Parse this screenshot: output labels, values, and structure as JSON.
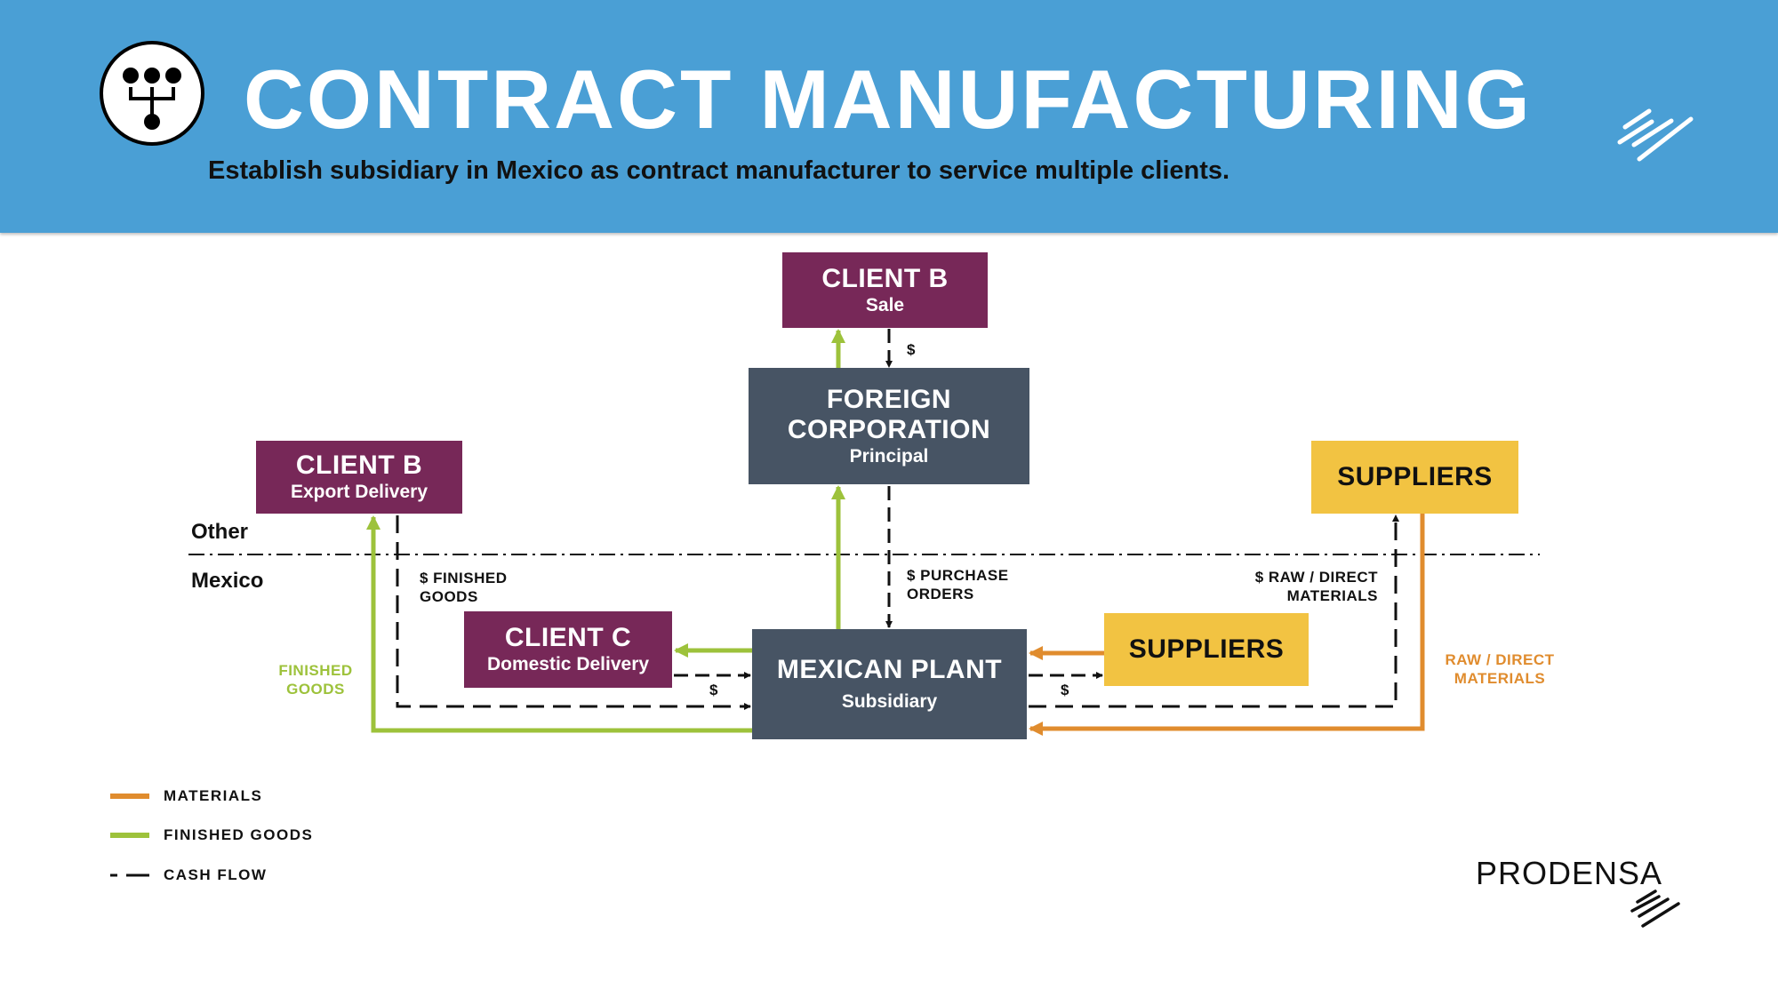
{
  "header": {
    "title": "CONTRACT MANUFACTURING",
    "subtitle": "Establish subsidiary in Mexico as contract manufacturer to service multiple clients.",
    "icon": "org-chart-icon",
    "stripe_logo": "stripes-logo-icon"
  },
  "colors": {
    "header_bg": "#4A9FD5",
    "client_box": "#772858",
    "entity_box": "#475464",
    "supplier_box": "#F2C342",
    "finished_goods": "#9DC23B",
    "materials": "#E08C2E",
    "cash_flow": "#111111"
  },
  "regions": {
    "upper": "Other",
    "lower": "Mexico"
  },
  "nodes": {
    "client_b_sale": {
      "title": "CLIENT B",
      "subtitle": "Sale"
    },
    "foreign_corp": {
      "title_line1": "FOREIGN",
      "title_line2": "CORPORATION",
      "subtitle": "Principal"
    },
    "client_b_export": {
      "title": "CLIENT B",
      "subtitle": "Export Delivery"
    },
    "suppliers_foreign": {
      "title": "SUPPLIERS"
    },
    "client_c": {
      "title": "CLIENT C",
      "subtitle": "Domestic Delivery"
    },
    "mexican_plant": {
      "title": "MEXICAN PLANT",
      "subtitle": "Subsidiary"
    },
    "suppliers_domestic": {
      "title": "SUPPLIERS"
    }
  },
  "flow_labels": {
    "sale_cash": "$",
    "finished_goods_cash_line1": "$ FINISHED",
    "finished_goods_cash_line2": "GOODS",
    "purchase_orders_line1": "$ PURCHASE",
    "purchase_orders_line2": "ORDERS",
    "raw_materials_cash_line1": "$ RAW / DIRECT",
    "raw_materials_cash_line2": "MATERIALS",
    "client_c_cash": "$",
    "supplier_cash": "$",
    "finished_goods_line1": "FINISHED",
    "finished_goods_line2": "GOODS",
    "raw_materials_line1": "RAW / DIRECT",
    "raw_materials_line2": "MATERIALS"
  },
  "legend": [
    {
      "label": "MATERIALS",
      "style": "solid",
      "color": "#E08C2E"
    },
    {
      "label": "FINISHED GOODS",
      "style": "solid",
      "color": "#9DC23B"
    },
    {
      "label": "CASH FLOW",
      "style": "dashed",
      "color": "#111111"
    }
  ],
  "brand": {
    "name": "PRODENSA"
  }
}
